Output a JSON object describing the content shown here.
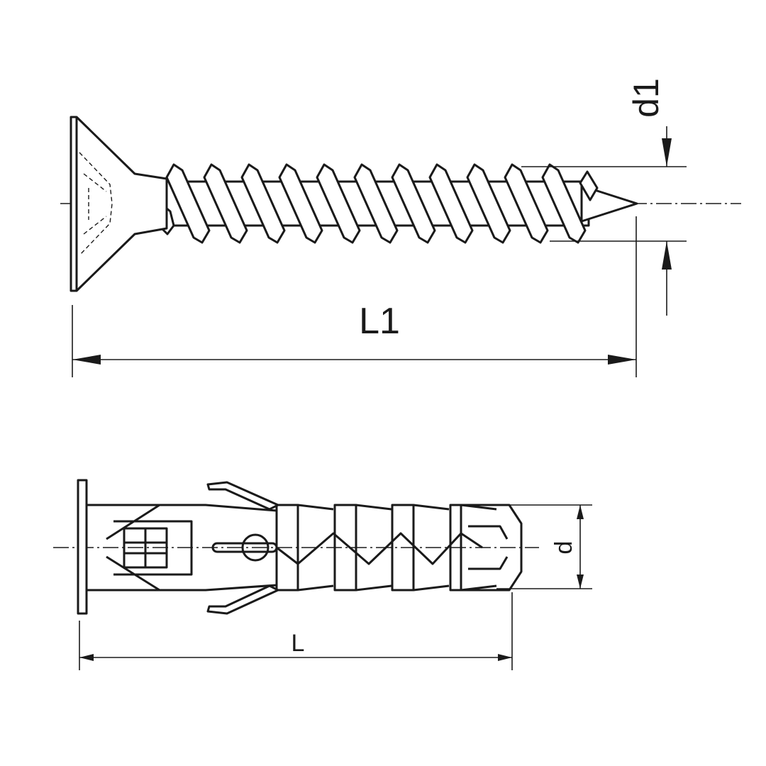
{
  "screw": {
    "length_label": "L1",
    "diameter_label": "d1"
  },
  "dowel": {
    "length_label": "L",
    "diameter_label": "d"
  },
  "colors": {
    "line": "#1a1a1a",
    "background": "#ffffff"
  }
}
